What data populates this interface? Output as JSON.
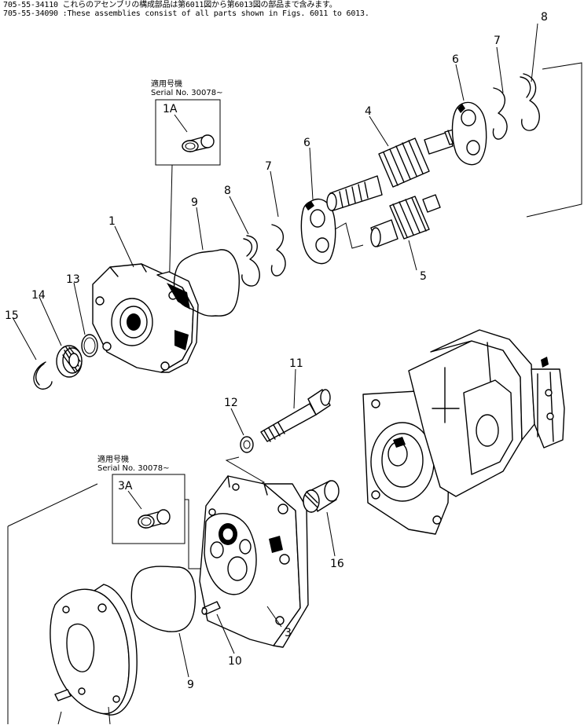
{
  "header": {
    "line1": "705-55-34110 これらのアセンブリの構成部品は第6011図から第6013図の部品まで含みます。",
    "line2": "705-55-34090 :These assemblies consist of all parts shown in Figs. 6011 to 6013."
  },
  "serial_top": {
    "jp": "適用号機",
    "en": "Serial No. 30078~"
  },
  "serial_bottom": {
    "jp": "適用号機",
    "en": "Serial No. 30078~"
  },
  "callouts": {
    "c1": "1",
    "c1a": "1A",
    "c3": "3",
    "c3a": "3A",
    "c4": "4",
    "c5": "5",
    "c6a": "6",
    "c6b": "6",
    "c7a": "7",
    "c7b": "7",
    "c8a": "8",
    "c8b": "8",
    "c9a": "9",
    "c9b": "9",
    "c10": "10",
    "c11": "11",
    "c12": "12",
    "c13": "13",
    "c14": "14",
    "c15": "15",
    "c16": "16"
  }
}
